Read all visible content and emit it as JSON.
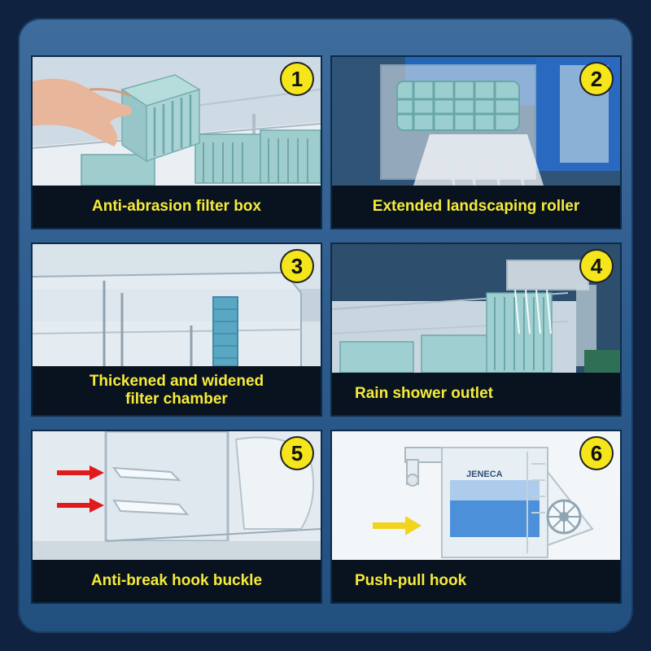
{
  "panels": [
    {
      "number": "1",
      "caption": "Anti-abrasion filter box"
    },
    {
      "number": "2",
      "caption": "Extended landscaping roller"
    },
    {
      "number": "3",
      "caption_line1": "Thickened and widened",
      "caption_line2": "filter chamber"
    },
    {
      "number": "4",
      "caption": "Rain shower outlet"
    },
    {
      "number": "5",
      "caption": "Anti-break hook buckle"
    },
    {
      "number": "6",
      "caption": "Push-pull hook",
      "brand": "JENECA"
    }
  ],
  "colors": {
    "caption_text": "#f6ea3a",
    "badge": "#f4e61a",
    "background": "#2b5a8c"
  }
}
